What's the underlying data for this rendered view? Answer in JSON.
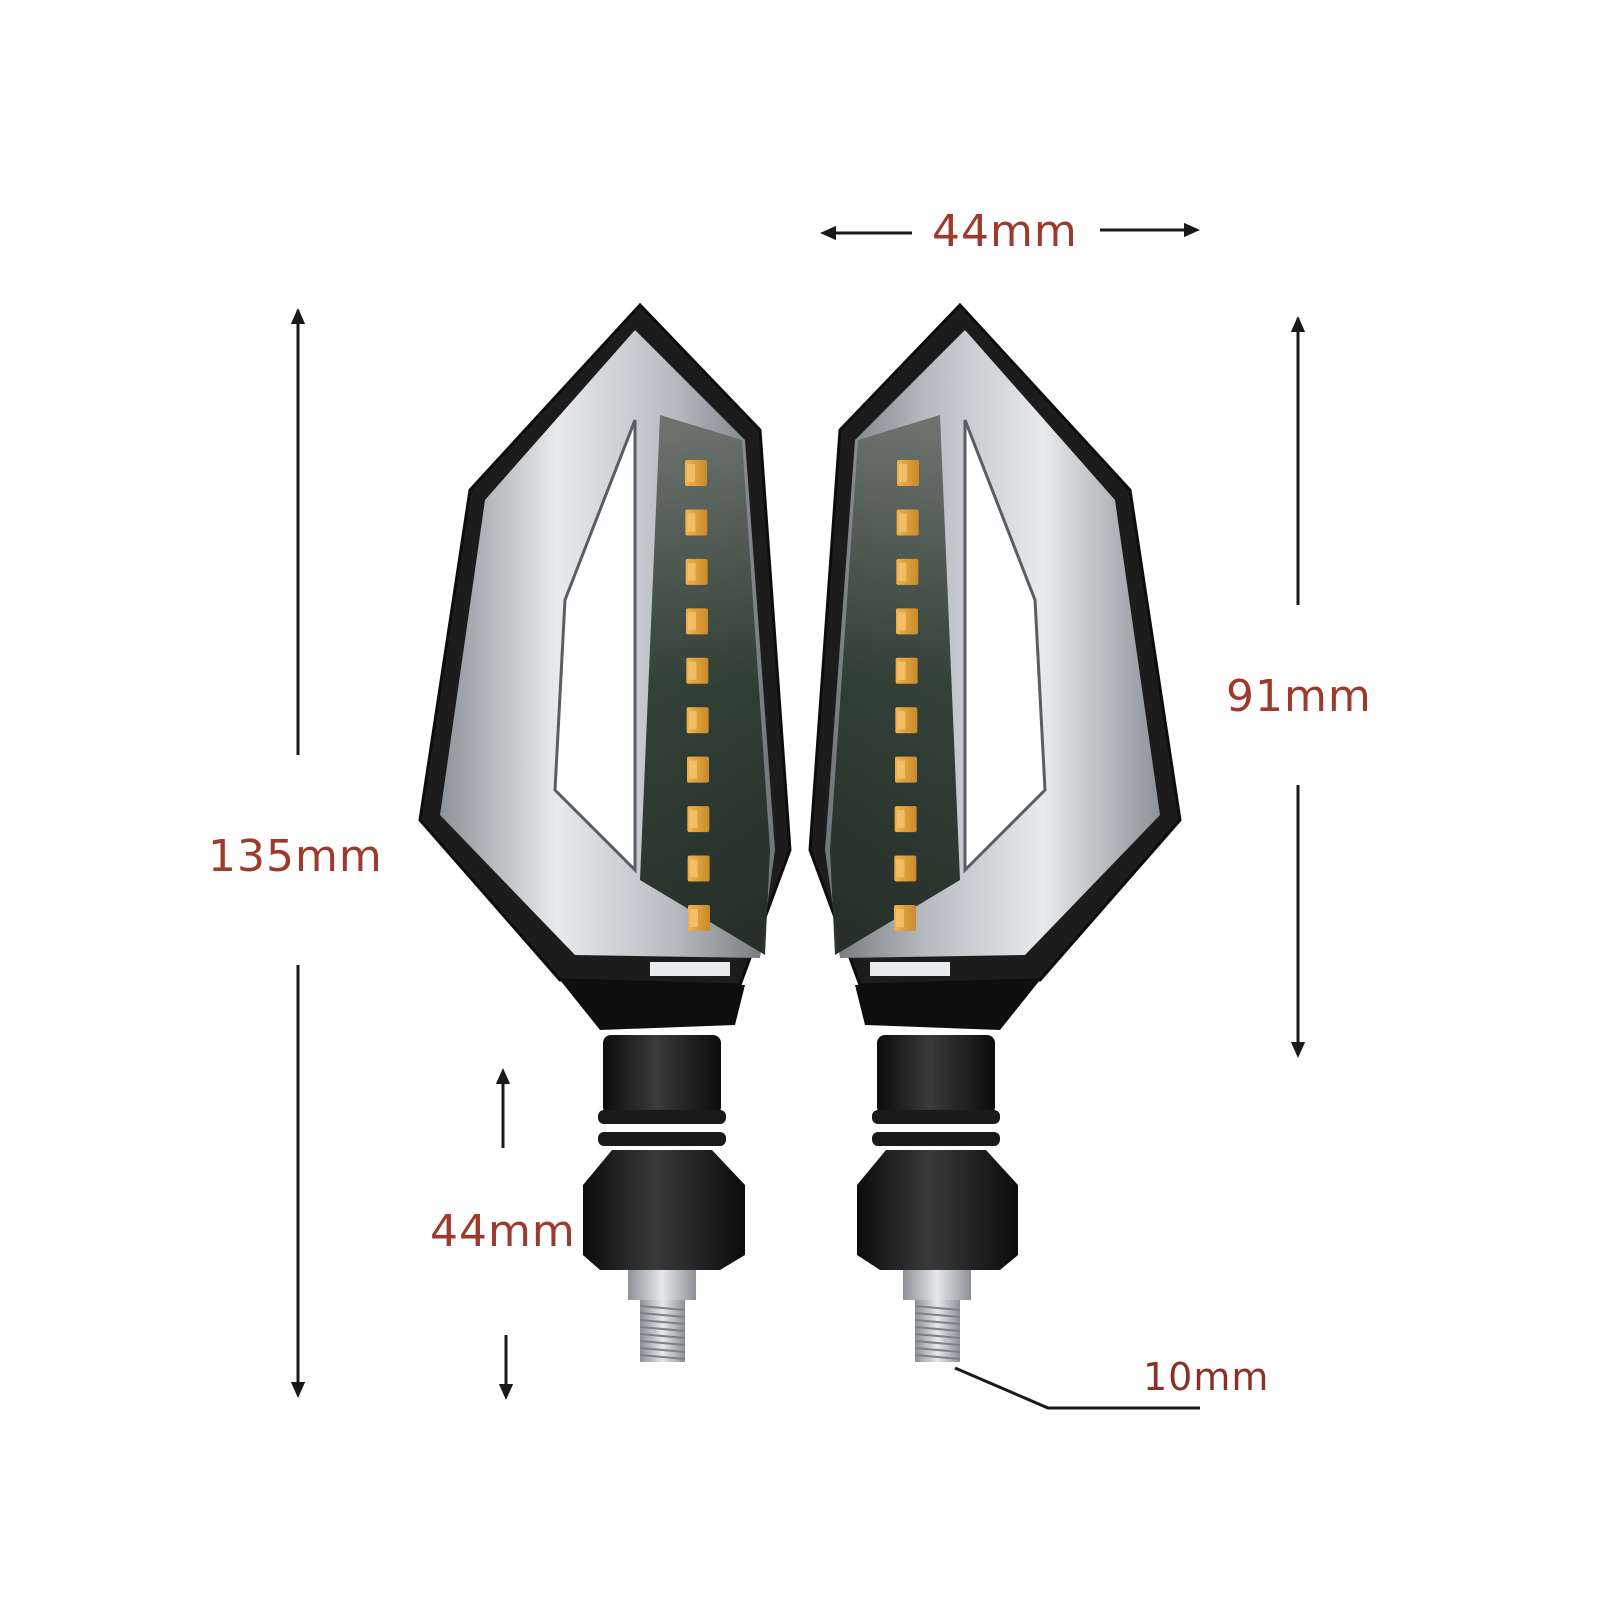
{
  "dimensions": {
    "total_height": {
      "label": "135mm"
    },
    "lens_height": {
      "label": "91mm"
    },
    "width": {
      "label": "44mm"
    },
    "stem_length": {
      "label": "44mm"
    },
    "bolt_diameter": {
      "label": "10mm"
    }
  },
  "colors": {
    "label": "#9e3a2c",
    "label_small": "#8a3228",
    "arrow": "#1a1a1a",
    "housing": "#151515",
    "chrome": "#c9cdd2",
    "lens": "#2f3d33",
    "led": "#e3a23a",
    "thread": "#b5b9bd"
  },
  "parts": {
    "items": [
      {
        "name": "left-turn-signal"
      },
      {
        "name": "right-turn-signal"
      }
    ]
  }
}
